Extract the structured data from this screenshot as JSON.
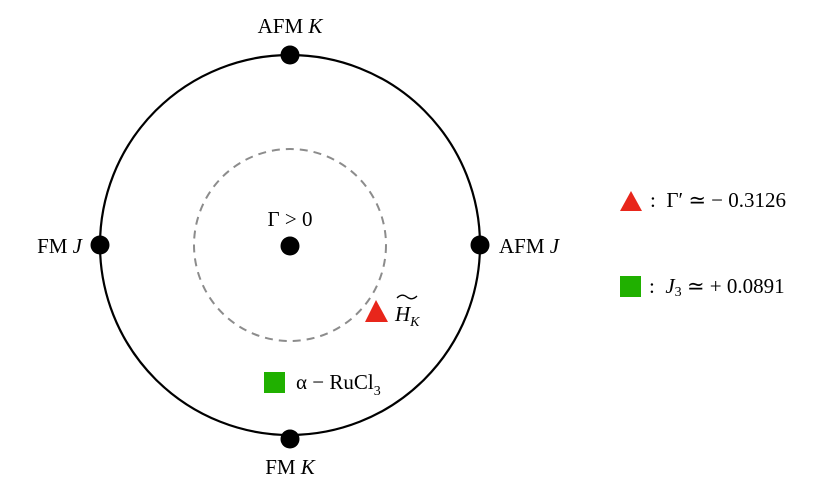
{
  "labels": {
    "top": {
      "main": "AFM",
      "var": "K"
    },
    "bottom": {
      "main": "FM",
      "var": "K"
    },
    "left": {
      "main": "FM",
      "var": "J"
    },
    "right": {
      "main": "AFM",
      "var": "J"
    },
    "center": "Γ > 0",
    "hk": {
      "main": "H",
      "sub": "K"
    },
    "rucl": {
      "main": "α − RuCl",
      "sub": "3"
    }
  },
  "legend": [
    {
      "symbol": "triangle",
      "color": "#e8261b",
      "colon": ":",
      "name": "Γ′",
      "rel": "≃ − 0.3126"
    },
    {
      "symbol": "square",
      "color": "#20b000",
      "colon": ":",
      "name": "J",
      "sub": "3",
      "rel": "≃ + 0.0891"
    }
  ],
  "colors": {
    "circle": "#000000",
    "dashed": "#8c8c8c",
    "triangle": "#e8261b",
    "square": "#20b000"
  }
}
